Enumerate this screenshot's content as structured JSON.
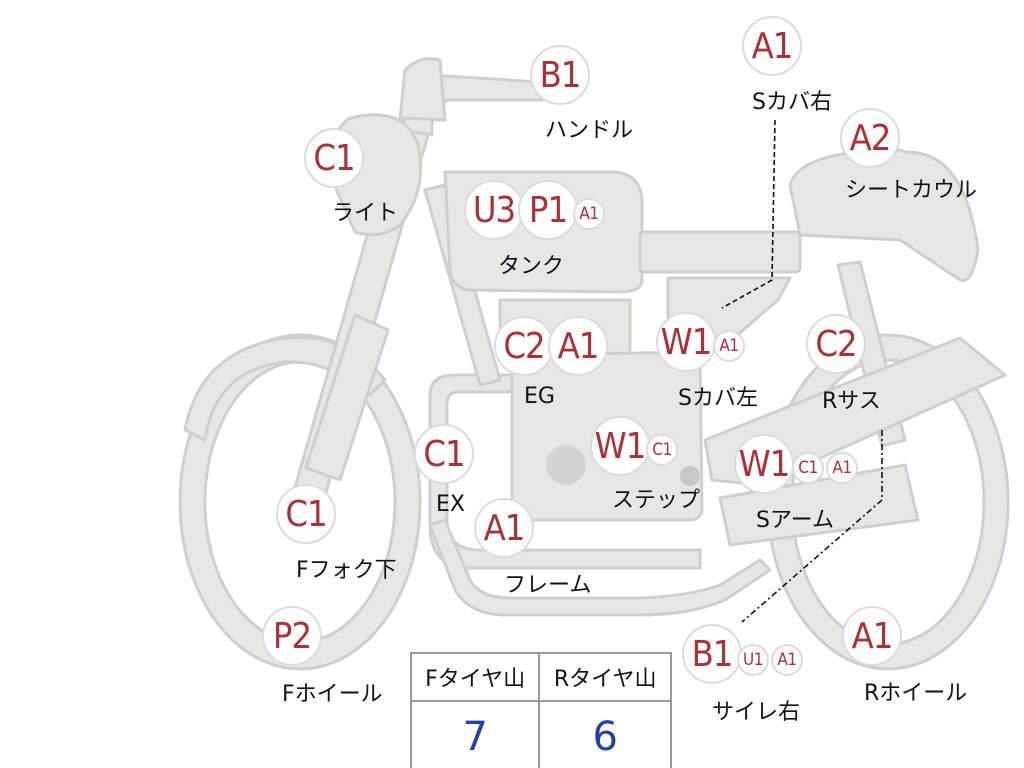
{
  "parts": [
    {
      "id": "headlight",
      "label": "ライト",
      "badges": [
        "C1"
      ]
    },
    {
      "id": "handle",
      "label": "ハンドル",
      "badges": [
        "B1"
      ]
    },
    {
      "id": "tank",
      "label": "タンク",
      "badges": [
        "U3",
        "P1",
        "A1"
      ]
    },
    {
      "id": "side-cover-right",
      "label": "Sカバ右",
      "badges": [
        "A1"
      ]
    },
    {
      "id": "seat-cowl",
      "label": "シートカウル",
      "badges": [
        "A2"
      ]
    },
    {
      "id": "engine",
      "label": "EG",
      "badges": [
        "C2",
        "A1"
      ]
    },
    {
      "id": "side-cover-left",
      "label": "Sカバ左",
      "badges": [
        "W1",
        "A1"
      ]
    },
    {
      "id": "rear-suspension",
      "label": "Rサス",
      "badges": [
        "C2"
      ]
    },
    {
      "id": "exhaust",
      "label": "EX",
      "badges": [
        "C1"
      ]
    },
    {
      "id": "step",
      "label": "ステップ",
      "badges": [
        "W1",
        "C1"
      ]
    },
    {
      "id": "swingarm",
      "label": "Sアーム",
      "badges": [
        "W1",
        "C1",
        "A1"
      ]
    },
    {
      "id": "front-fork-lower",
      "label": "Fフォク下",
      "badges": [
        "C1"
      ]
    },
    {
      "id": "frame",
      "label": "フレーム",
      "badges": [
        "A1"
      ]
    },
    {
      "id": "front-wheel",
      "label": "Fホイール",
      "badges": [
        "P2"
      ]
    },
    {
      "id": "muffler-right",
      "label": "サイレ右",
      "badges": [
        "B1",
        "U1",
        "A1"
      ]
    },
    {
      "id": "rear-wheel",
      "label": "Rホイール",
      "badges": [
        "A1"
      ]
    }
  ],
  "tire_tread": {
    "front_header": "Fタイヤ山",
    "rear_header": "Rタイヤ山",
    "front_value": "7",
    "rear_value": "6"
  },
  "colors": {
    "badge_text": "#a8323a",
    "bike_fill": "#e6e7e5",
    "bike_stroke": "#cfd0ce",
    "tire_value": "#2244a0"
  }
}
